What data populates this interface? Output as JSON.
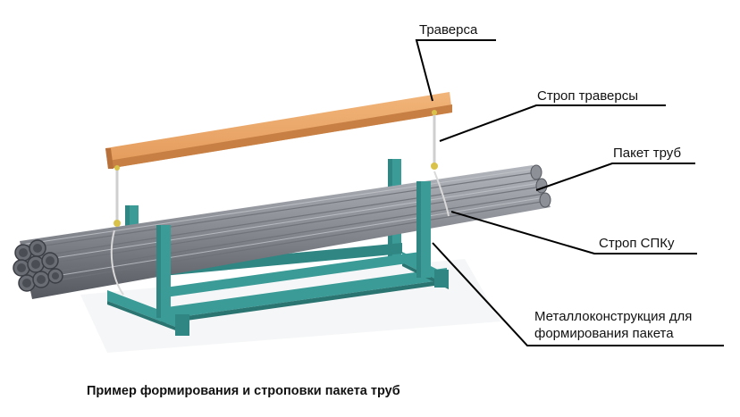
{
  "labels": {
    "traverse": "Траверса",
    "traverse_sling": "Строп траверсы",
    "pipe_bundle": "Пакет труб",
    "spk_sling": "Строп СПКу",
    "frame_line1": "Металлоконструкция для",
    "frame_line2": "формирования пакета"
  },
  "caption": "Пример формирования и строповки пакета труб",
  "colors": {
    "beam": "#e39a5a",
    "beam_dark": "#b8713a",
    "frame": "#3a9b97",
    "frame_dark": "#2a7471",
    "pipe": "#8a8d94",
    "pipe_dark": "#4d5058",
    "sling": "#c9c9c9",
    "hook": "#d8c24a"
  }
}
